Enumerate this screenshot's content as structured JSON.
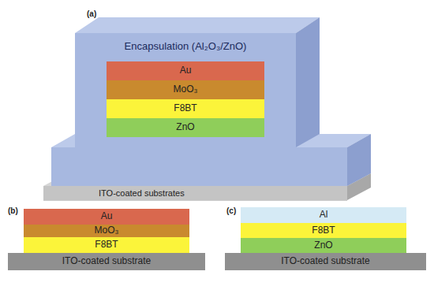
{
  "diagram": {
    "nodes": [
      {
        "text": [
          "Encapsulation (Al₂O₃/ZnO)"
        ]
      },
      {
        "text": [
          "Au"
        ],
        "in": 0
      },
      {
        "text": [
          "MoO₃"
        ],
        "in": 0
      },
      {
        "text": [
          "F8BT"
        ],
        "in": 0
      },
      {
        "text": [
          "ZnO"
        ],
        "in": 0
      },
      {
        "text": [
          "ITO-coated substrates"
        ]
      },
      {
        "text": [
          "Au"
        ]
      },
      {
        "text": [
          "MoO₃"
        ]
      },
      {
        "text": [
          "F8BT"
        ]
      },
      {
        "text": [
          "ITO-coated substrate"
        ]
      },
      {
        "text": [
          "Al"
        ]
      },
      {
        "text": [
          "F8BT"
        ]
      },
      {
        "text": [
          "ZnO"
        ]
      },
      {
        "text": [
          "ITO-coated substrate"
        ]
      }
    ],
    "labels": [
      "(a)",
      "(b)",
      "(c)"
    ]
  }
}
